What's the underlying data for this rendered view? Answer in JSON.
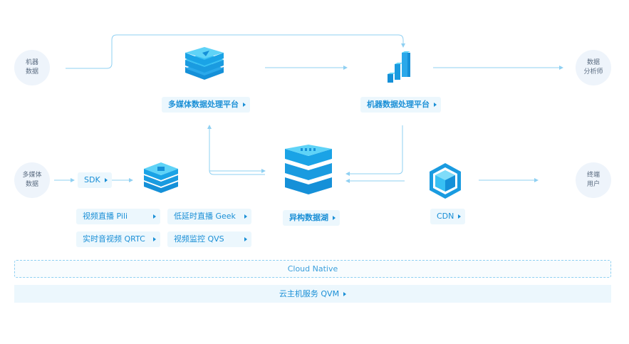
{
  "nodes": {
    "machine_data": [
      "机器",
      "数据"
    ],
    "media_data": [
      "多媒体",
      "数据"
    ],
    "data_analyst": [
      "数据",
      "分析师"
    ],
    "end_user": [
      "终端",
      "用户"
    ]
  },
  "labels": {
    "media_platform": "多媒体数据处理平台",
    "machine_platform": "机器数据处理平台",
    "sdk": "SDK",
    "pili": "视频直播 Pili",
    "geek": "低延时直播 Geek",
    "qrtc": "实时音视频 QRTC",
    "qvs": "视频监控 QVS",
    "data_lake": "异构数据湖",
    "cdn": "CDN"
  },
  "bars": {
    "cloud_native": "Cloud Native",
    "qvm": "云主机服务 QVM"
  },
  "colors": {
    "accent": "#1a8fd6",
    "tag_bg": "#ecf7fd",
    "line": "#8fd0f2",
    "icon_dark": "#1590d8",
    "icon_light": "#38c0f3",
    "node_bg": "#eef4fb"
  }
}
